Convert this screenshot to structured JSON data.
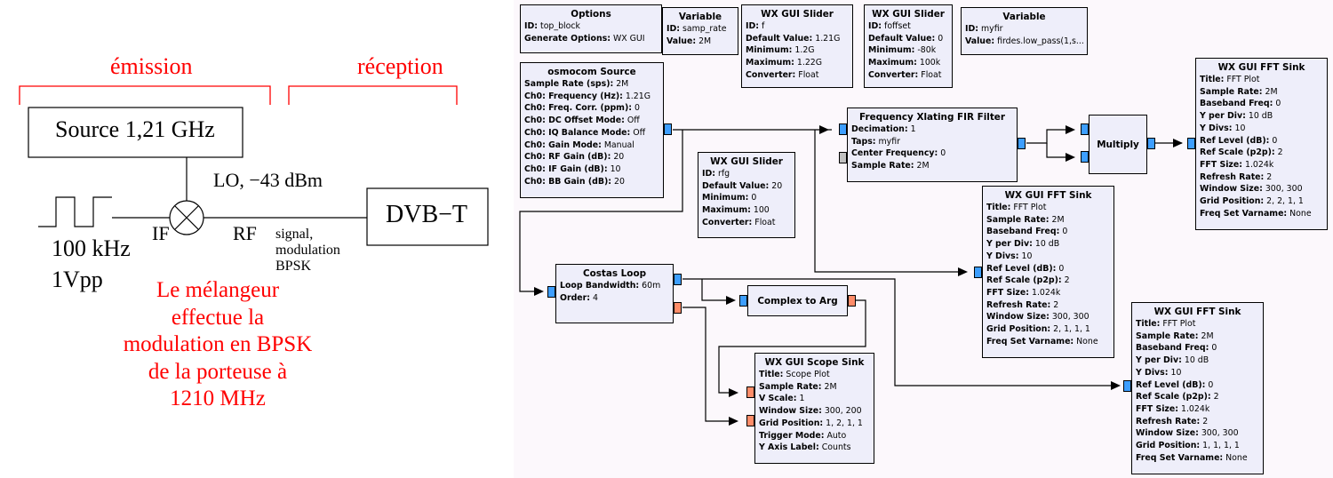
{
  "left_diagram": {
    "section_emission": "émission",
    "section_reception": "réception",
    "source_block": "Source 1,21 GHz",
    "lo_label": "LO, −43 dBm",
    "if_label": "IF",
    "rf_label": "RF",
    "signal_freq": "100 kHz",
    "signal_amp": "1Vpp",
    "rf_note": [
      "signal,",
      "modulation",
      "BPSK"
    ],
    "receiver_block": "DVB−T",
    "mixer_symbol": "⨯",
    "caption": [
      "Le mélangeur",
      "effectue la",
      "modulation en BPSK",
      "de la porteuse à",
      "1210 MHz"
    ],
    "accent_color": "#ff0000"
  },
  "flowgraph": {
    "canvas_color": "#fcf8fc",
    "block_color": "#eeeefa",
    "port_colors": {
      "complex": "#3d9eff",
      "float": "#ff8c69",
      "message": "#c0c0c0"
    },
    "blocks": {
      "options": {
        "title": "Options",
        "params": [
          [
            "ID:",
            "top_block"
          ],
          [
            "Generate Options:",
            "WX GUI"
          ]
        ]
      },
      "var_samp_rate": {
        "title": "Variable",
        "params": [
          [
            "ID:",
            "samp_rate"
          ],
          [
            "Value:",
            "2M"
          ]
        ]
      },
      "slider_f": {
        "title": "WX GUI Slider",
        "params": [
          [
            "ID:",
            "f"
          ],
          [
            "Default Value:",
            "1.21G"
          ],
          [
            "Minimum:",
            "1.2G"
          ],
          [
            "Maximum:",
            "1.22G"
          ],
          [
            "Converter:",
            "Float"
          ]
        ]
      },
      "slider_foffset": {
        "title": "WX GUI Slider",
        "params": [
          [
            "ID:",
            "foffset"
          ],
          [
            "Default Value:",
            "0"
          ],
          [
            "Minimum:",
            "-80k"
          ],
          [
            "Maximum:",
            "100k"
          ],
          [
            "Converter:",
            "Float"
          ]
        ]
      },
      "var_myfir": {
        "title": "Variable",
        "params": [
          [
            "ID:",
            "myfir"
          ],
          [
            "Value:",
            "firdes.low_pass(1,s..."
          ]
        ]
      },
      "osmocom": {
        "title": "osmocom Source",
        "params": [
          [
            "Sample Rate (sps):",
            "2M"
          ],
          [
            "Ch0: Frequency (Hz):",
            "1.21G"
          ],
          [
            "Ch0: Freq. Corr. (ppm):",
            "0"
          ],
          [
            "Ch0: DC Offset Mode:",
            "Off"
          ],
          [
            "Ch0: IQ Balance Mode:",
            "Off"
          ],
          [
            "Ch0: Gain Mode:",
            "Manual"
          ],
          [
            "Ch0: RF Gain (dB):",
            "20"
          ],
          [
            "Ch0: IF Gain (dB):",
            "10"
          ],
          [
            "Ch0: BB Gain (dB):",
            "20"
          ]
        ]
      },
      "xlating": {
        "title": "Frequency Xlating FIR Filter",
        "params": [
          [
            "Decimation:",
            "1"
          ],
          [
            "Taps:",
            "myfir"
          ],
          [
            "Center Frequency:",
            "0"
          ],
          [
            "Sample Rate:",
            "2M"
          ]
        ]
      },
      "multiply": {
        "title": "Multiply"
      },
      "fft_top": {
        "title": "WX GUI FFT Sink",
        "params": [
          [
            "Title:",
            "FFT Plot"
          ],
          [
            "Sample Rate:",
            "2M"
          ],
          [
            "Baseband Freq:",
            "0"
          ],
          [
            "Y per Div:",
            "10 dB"
          ],
          [
            "Y Divs:",
            "10"
          ],
          [
            "Ref Level (dB):",
            "0"
          ],
          [
            "Ref Scale (p2p):",
            "2"
          ],
          [
            "FFT Size:",
            "1.024k"
          ],
          [
            "Refresh Rate:",
            "2"
          ],
          [
            "Window Size:",
            "300, 300"
          ],
          [
            "Grid Position:",
            "2, 2, 1, 1"
          ],
          [
            "Freq Set Varname:",
            "None"
          ]
        ]
      },
      "slider_rfg": {
        "title": "WX GUI Slider",
        "params": [
          [
            "ID:",
            "rfg"
          ],
          [
            "Default Value:",
            "20"
          ],
          [
            "Minimum:",
            "0"
          ],
          [
            "Maximum:",
            "100"
          ],
          [
            "Converter:",
            "Float"
          ]
        ]
      },
      "fft_mid": {
        "title": "WX GUI FFT Sink",
        "params": [
          [
            "Title:",
            "FFT Plot"
          ],
          [
            "Sample Rate:",
            "2M"
          ],
          [
            "Baseband Freq:",
            "0"
          ],
          [
            "Y per Div:",
            "10 dB"
          ],
          [
            "Y Divs:",
            "10"
          ],
          [
            "Ref Level (dB):",
            "0"
          ],
          [
            "Ref Scale (p2p):",
            "2"
          ],
          [
            "FFT Size:",
            "1.024k"
          ],
          [
            "Refresh Rate:",
            "2"
          ],
          [
            "Window Size:",
            "300, 300"
          ],
          [
            "Grid Position:",
            "2, 1, 1, 1"
          ],
          [
            "Freq Set Varname:",
            "None"
          ]
        ]
      },
      "costas": {
        "title": "Costas Loop",
        "params": [
          [
            "Loop Bandwidth:",
            "60m"
          ],
          [
            "Order:",
            "4"
          ]
        ]
      },
      "c2arg": {
        "title": "Complex to Arg"
      },
      "scope": {
        "title": "WX GUI Scope Sink",
        "params": [
          [
            "Title:",
            "Scope Plot"
          ],
          [
            "Sample Rate:",
            "2M"
          ],
          [
            "V Scale:",
            "1"
          ],
          [
            "Window Size:",
            "300, 200"
          ],
          [
            "Grid Position:",
            "1, 2, 1, 1"
          ],
          [
            "Trigger Mode:",
            "Auto"
          ],
          [
            "Y Axis Label:",
            "Counts"
          ]
        ]
      },
      "fft_bot": {
        "title": "WX GUI FFT Sink",
        "params": [
          [
            "Title:",
            "FFT Plot"
          ],
          [
            "Sample Rate:",
            "2M"
          ],
          [
            "Baseband Freq:",
            "0"
          ],
          [
            "Y per Div:",
            "10 dB"
          ],
          [
            "Y Divs:",
            "10"
          ],
          [
            "Ref Level (dB):",
            "0"
          ],
          [
            "Ref Scale (p2p):",
            "2"
          ],
          [
            "FFT Size:",
            "1.024k"
          ],
          [
            "Refresh Rate:",
            "2"
          ],
          [
            "Window Size:",
            "300, 300"
          ],
          [
            "Grid Position:",
            "1, 1, 1, 1"
          ],
          [
            "Freq Set Varname:",
            "None"
          ]
        ]
      }
    }
  }
}
